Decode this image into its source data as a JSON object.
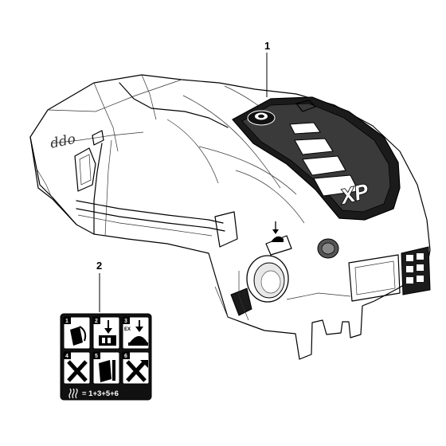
{
  "callouts": {
    "part_1": "1",
    "part_2": "2"
  },
  "cover": {
    "side_logo": "ddo",
    "badge_logo": "XP"
  },
  "decal": {
    "cells": [
      {
        "number": "1",
        "subscript": ""
      },
      {
        "number": "2",
        "subscript": ""
      },
      {
        "number": "3",
        "subscript": "EX"
      },
      {
        "number": "4",
        "subscript": ""
      },
      {
        "number": "5",
        "subscript": ""
      },
      {
        "number": "6",
        "subscript": ""
      }
    ],
    "formula": "= 1+3+5+6"
  }
}
